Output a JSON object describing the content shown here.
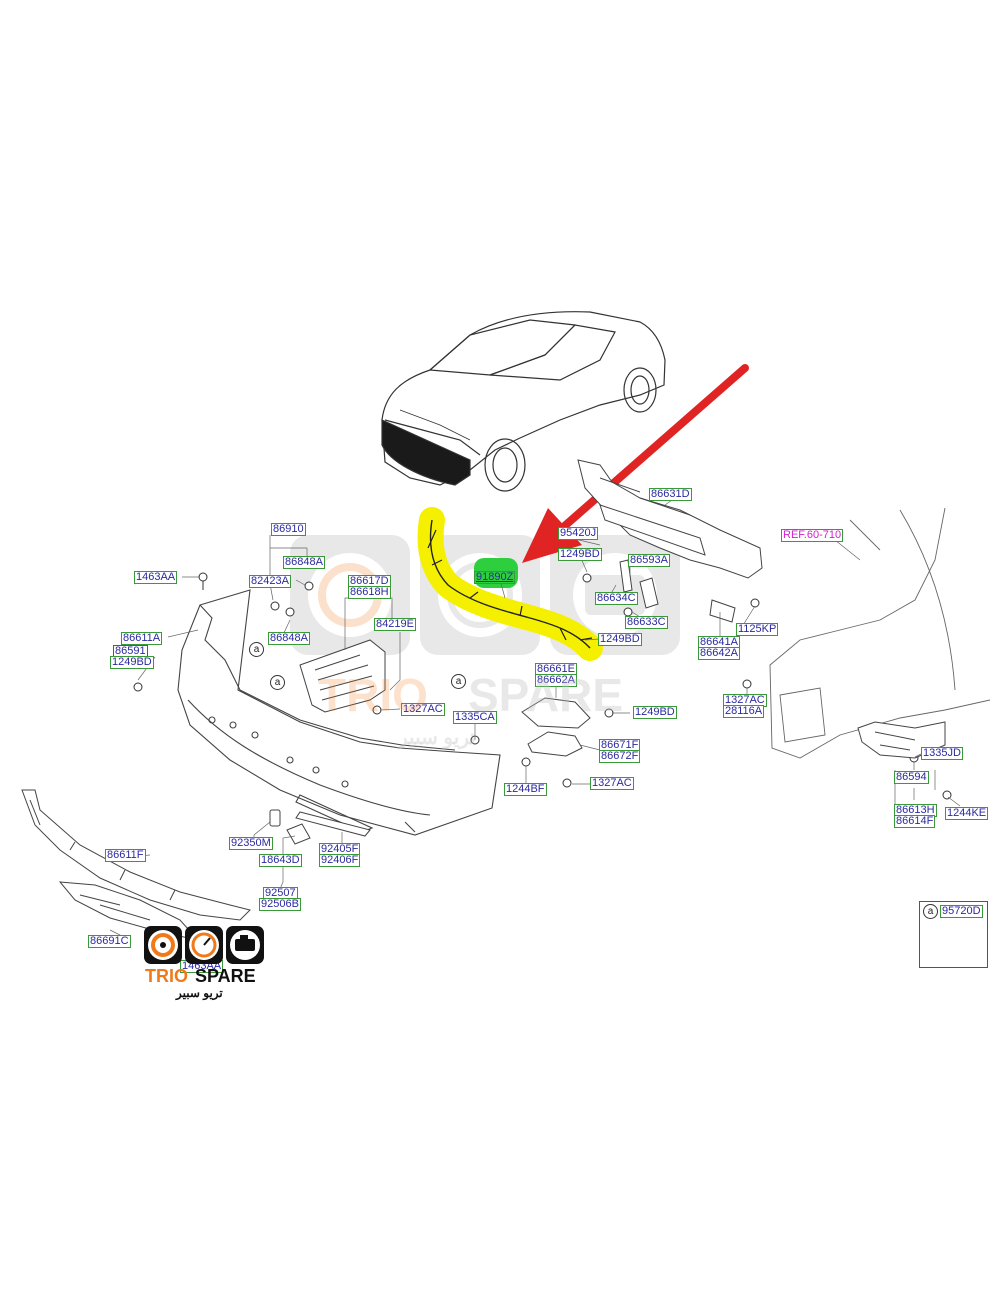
{
  "labels": {
    "p86910": "86910",
    "p86848A_top": "86848A",
    "p1463AA_top": "1463AA",
    "p82423A": "82423A",
    "p86848A_mid": "86848A",
    "p86611A": "86611A",
    "p86591": "86591",
    "p1249BD_left": "1249BD",
    "p86617D": "86617D",
    "p86618H": "86618H",
    "p84219E": "84219E",
    "p1327AC_mid": "1327AC",
    "p1335CA": "1335CA",
    "p91890Z": "91890Z",
    "p95420J": "95420J",
    "p1249BD_a": "1249BD",
    "p86593A": "86593A",
    "p86634C": "86634C",
    "p86633C": "86633C",
    "p1249BD_b": "1249BD",
    "p86631D": "86631D",
    "p86641A": "86641A",
    "p86642A": "86642A",
    "p1125KP": "1125KP",
    "p86661E": "86661E",
    "p86662A": "86662A",
    "p1249BD_c": "1249BD",
    "p86671F": "86671F",
    "p86672F": "86672F",
    "p1244BF": "1244BF",
    "p1327AC_low": "1327AC",
    "p1327AC_right": "1327AC",
    "p28116A": "28116A",
    "ref": "REF.60-710",
    "p1335JD": "1335JD",
    "p86594": "86594",
    "p86613H": "86613H",
    "p86614F": "86614F",
    "p1244KE": "1244KE",
    "p86611F": "86611F",
    "p92350M": "92350M",
    "p18643D": "18643D",
    "p92405F": "92405F",
    "p92406F": "92406F",
    "p92507": "92507",
    "p92506B": "92506B",
    "p86691C": "86691C",
    "p1463AA_low": "1463AA",
    "p95720D": "95720D"
  },
  "callouts": {
    "a1": "a",
    "a2": "a",
    "a3": "a",
    "legend": "a"
  },
  "brand": {
    "name_left": "TRIO",
    "name_right": "SPARE",
    "arabic": "تريو سبير",
    "watermark_left": "TRIO",
    "watermark_right": "SPARE",
    "watermark_arabic": "تريو سبير"
  },
  "colors": {
    "label_border": "#3a9a3a",
    "label_text": "#2a2aa0",
    "red_border": "#e02020",
    "ref_text": "#d21fd2",
    "highlight_yellow": "#f5f000",
    "highlight_green": "#2ecf3e",
    "arrow_red": "#e02424",
    "brand_orange": "#f07a1a",
    "brand_black": "#111111"
  }
}
